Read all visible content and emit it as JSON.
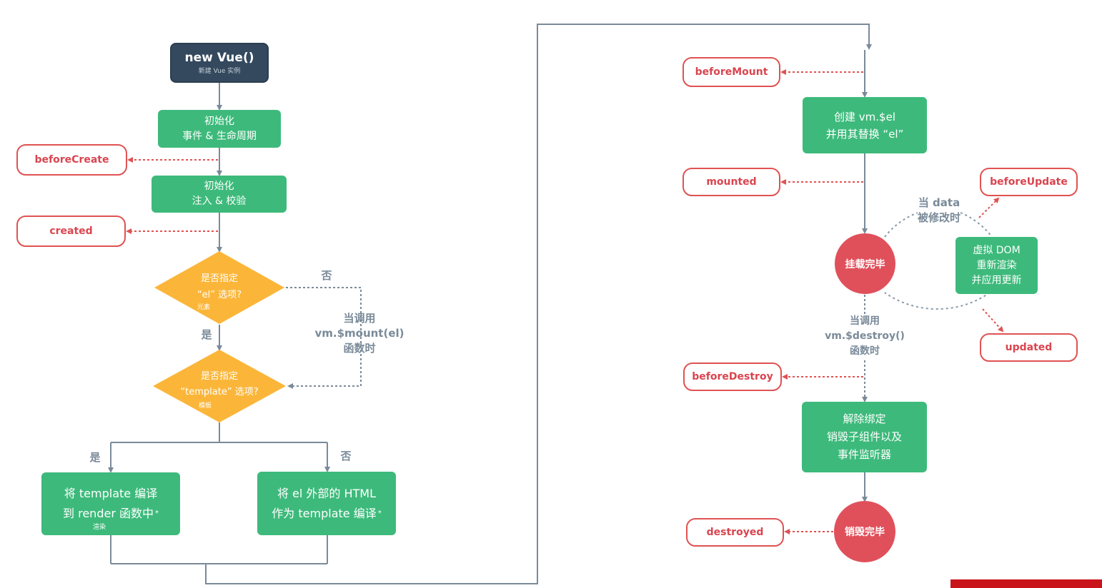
{
  "colors": {
    "green": "#3dba7b",
    "dark": "#34495e",
    "hook": "#e05252",
    "diamond": "#fbb63a",
    "line": "#7a8a99",
    "circle": "#e0505b"
  },
  "start": {
    "title": "new Vue()",
    "subtitle": "新建 Vue 实例"
  },
  "init_events": {
    "line1": "初始化",
    "line2": "事件 & 生命周期"
  },
  "init_inject": {
    "line1": "初始化",
    "line2": "注入 & 校验"
  },
  "el_check": {
    "line1": "是否指定",
    "line2": "“el” 选项?",
    "hint": "元素"
  },
  "template_check": {
    "line1": "是否指定",
    "line2": "“template” 选项?",
    "hint": "模板"
  },
  "labels": {
    "no_el": "否",
    "yes_el": "是",
    "yes_tpl": "是",
    "no_tpl": "否",
    "mount_call": [
      "当调用",
      "vm.$mount(el)",
      "函数时"
    ],
    "data_change": [
      "当 data",
      "被修改时"
    ],
    "destroy_call": [
      "当调用",
      "vm.$destroy()",
      "函数时"
    ]
  },
  "compile_template": {
    "line1": "将 template 编译",
    "line2": "到 render 函数中",
    "star": "*",
    "hint": "渲染"
  },
  "compile_outer": {
    "line1": "将 el 外部的 HTML",
    "line2": "作为 template 编译",
    "star": "*"
  },
  "create_el": {
    "line1": "创建 vm.$el",
    "line2": "并用其替换 “el”"
  },
  "mounted_state": "挂载完毕",
  "vdom": [
    "虚拟 DOM",
    "重新渲染",
    "并应用更新"
  ],
  "teardown": [
    "解除绑定",
    "销毁子组件以及",
    "事件监听器"
  ],
  "destroyed_state": "销毁完毕",
  "hooks": {
    "beforeCreate": "beforeCreate",
    "created": "created",
    "beforeMount": "beforeMount",
    "mounted": "mounted",
    "beforeUpdate": "beforeUpdate",
    "updated": "updated",
    "beforeDestroy": "beforeDestroy",
    "destroyed": "destroyed"
  }
}
